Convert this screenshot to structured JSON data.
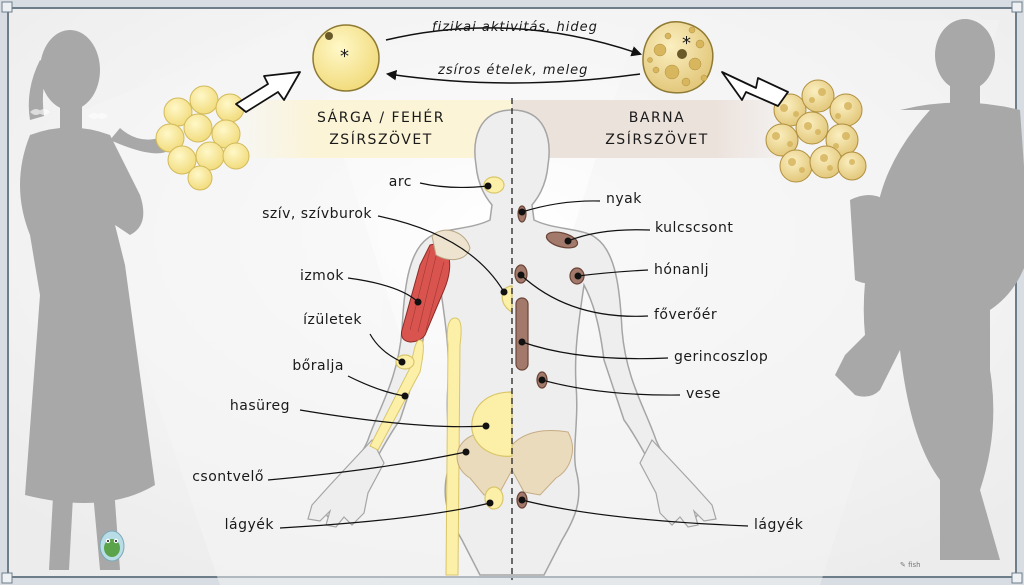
{
  "headers": {
    "white_line1": "SÁRGA / FEHÉR",
    "white_line2": "ZSÍRSZÖVET",
    "brown_line1": "BARNA",
    "brown_line2": "ZSÍRSZÖVET"
  },
  "arrows": {
    "top": "fizikai aktivitás, hideg",
    "bottom": "zsíros ételek, meleg"
  },
  "cell_marker": "*",
  "left_labels": [
    "arc",
    "szív, szívburok",
    "izmok",
    "ízületek",
    "bőralja",
    "hasüreg",
    "csontvelő",
    "lágyék"
  ],
  "right_labels": [
    "nyak",
    "kulcscsont",
    "hónanlj",
    "főverőér",
    "gerincoszlop",
    "vese",
    "lágyék"
  ],
  "colors": {
    "white_fat": "#fcefa8",
    "white_fat_stroke": "#d9c66a",
    "brown_fat": "#a3796c",
    "brown_fat_stroke": "#6a4436",
    "white_band": "#fbf4d7",
    "brown_band": "#ece2dc",
    "muscle": "#d9544f",
    "silhouette": "#a8a8a8",
    "body": "#eeeeee"
  },
  "icons": [
    "fat-cell-cluster-icon",
    "brown-fat-cluster-icon",
    "frog-logo-icon"
  ],
  "watermark": "✎ fish"
}
